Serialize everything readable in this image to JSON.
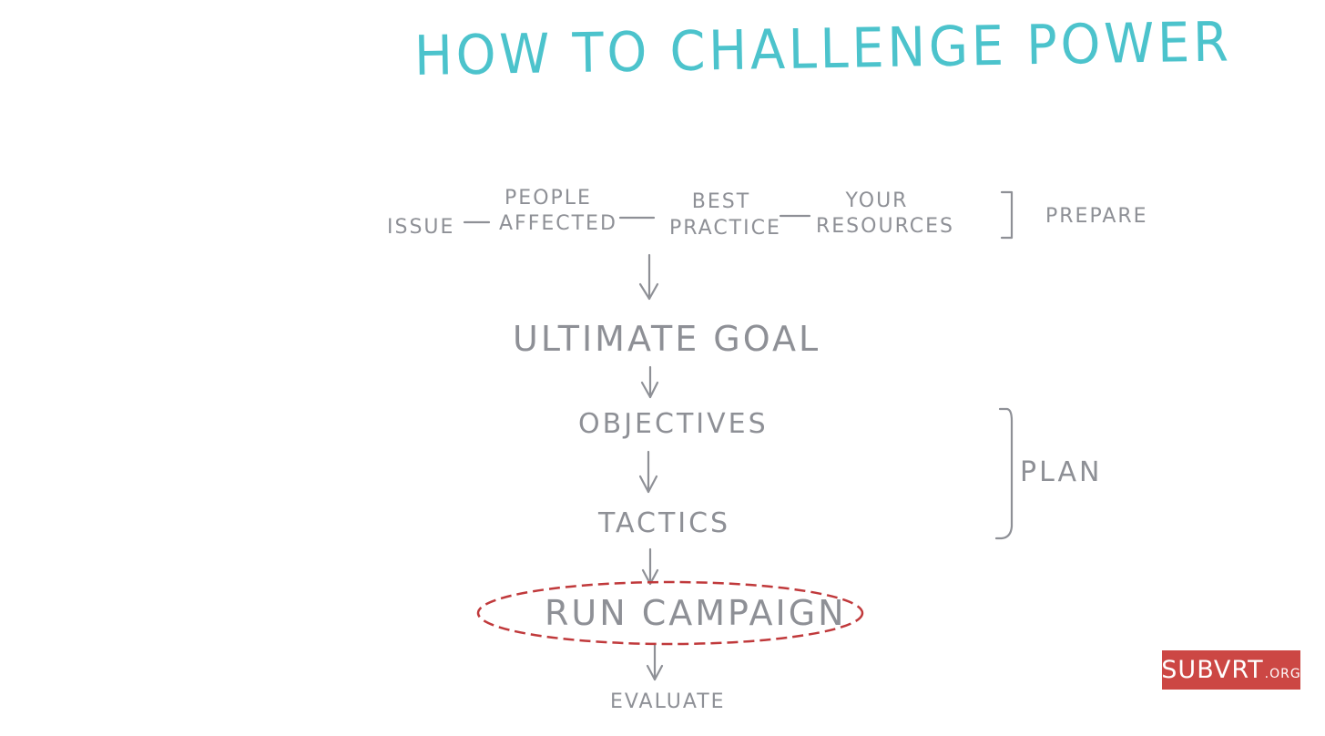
{
  "title": "HOW TO CHALLENGE POWER",
  "prepare_row": {
    "issue": "ISSUE",
    "people_affected": [
      "PEOPLE",
      "AFFECTED"
    ],
    "best_practice": [
      "BEST",
      "PRACTICE"
    ],
    "your_resources": [
      "YOUR",
      "RESOURCES"
    ]
  },
  "steps": {
    "ultimate_goal": "ULTIMATE GOAL",
    "objectives": "OBJECTIVES",
    "tactics": "TACTICS",
    "run_campaign": "RUN CAMPAIGN",
    "evaluate": "EVALUATE"
  },
  "phases": {
    "prepare": "PREPARE",
    "plan": "PLAN"
  },
  "badge": {
    "name": "SUBVRT",
    "tld": ".ORG"
  },
  "colors": {
    "title": "#4cc3cc",
    "text": "#8e9096",
    "highlight": "#c0393b",
    "badge": "#cc4744"
  }
}
